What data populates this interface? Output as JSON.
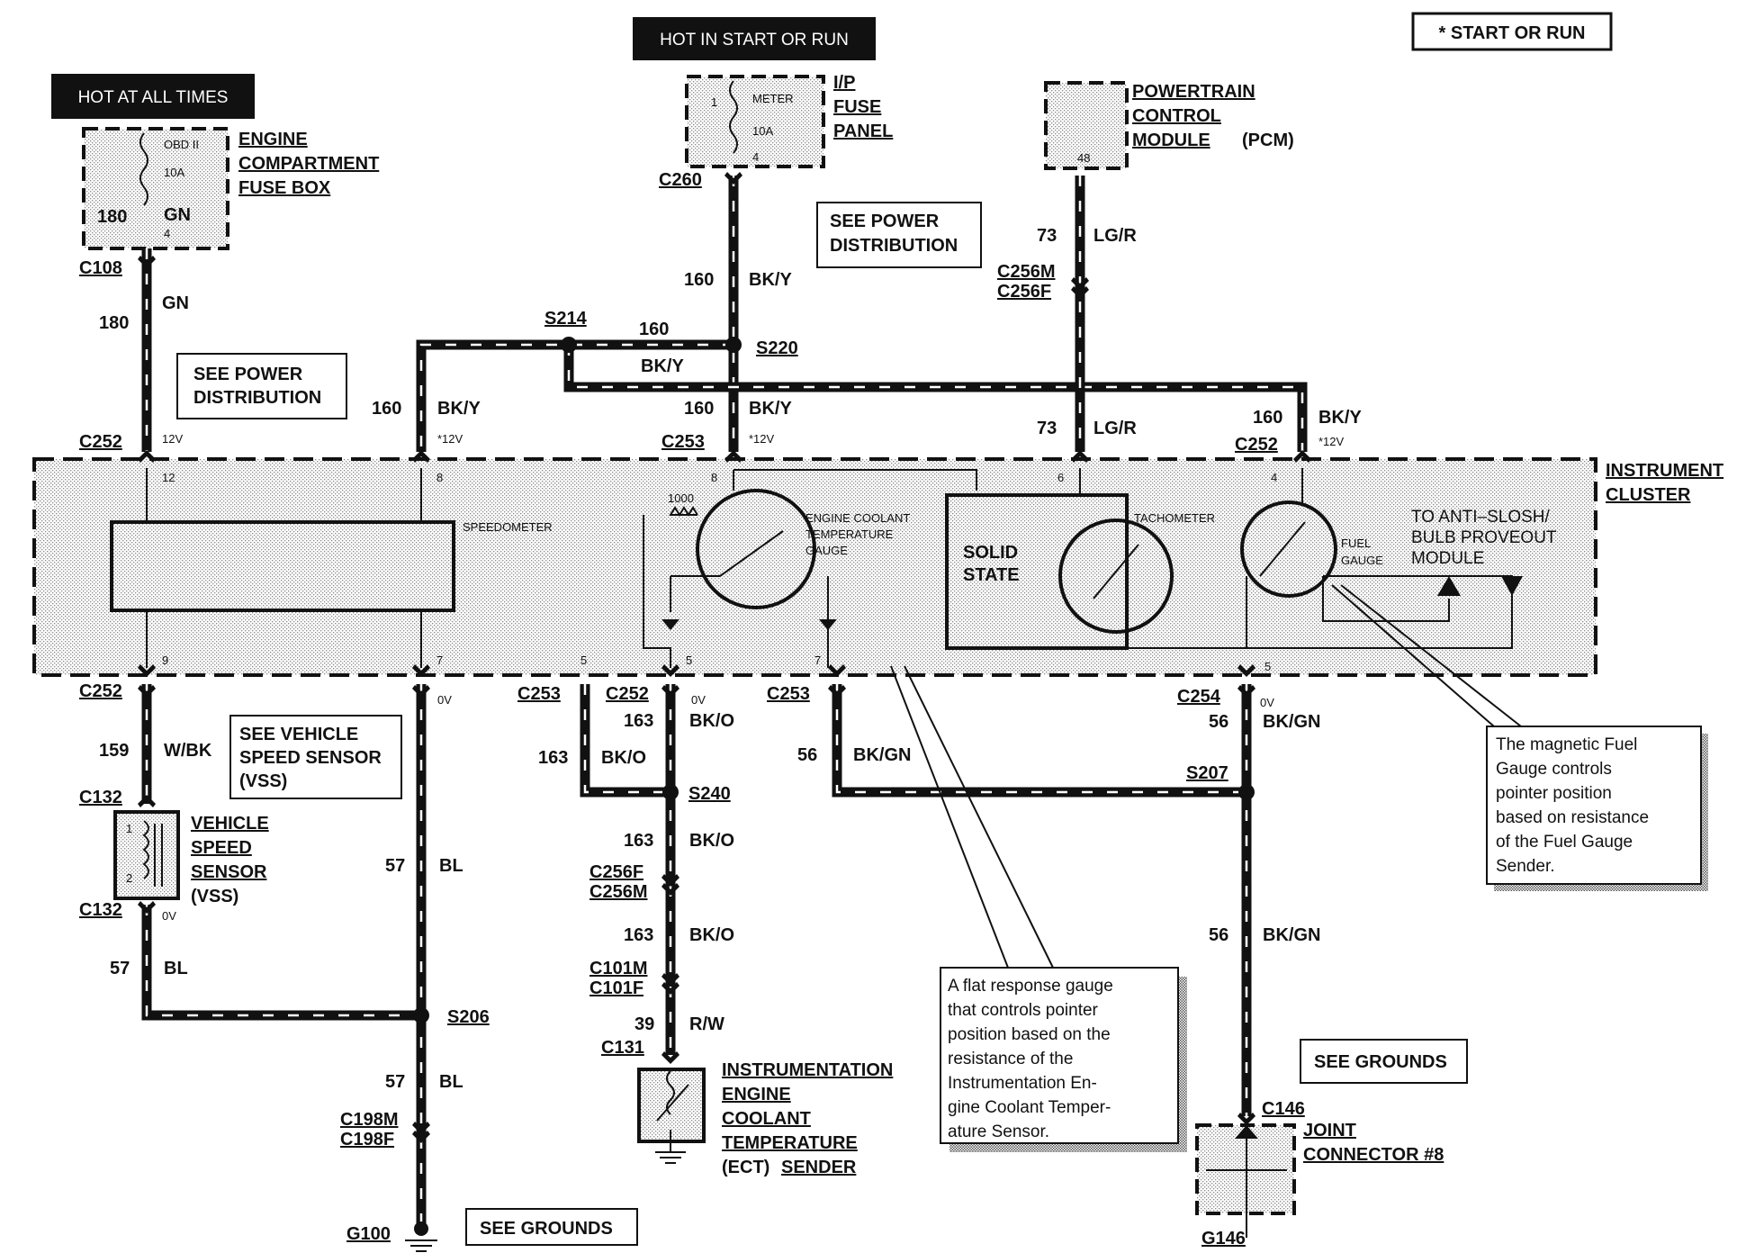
{
  "header": {
    "hot_all_times": "HOT AT ALL TIMES",
    "hot_start_run": "HOT IN START OR RUN",
    "legend": "*  START OR RUN"
  },
  "fuse_box": {
    "line1": "ENGINE",
    "line2": "COMPARTMENT",
    "line3": "FUSE BOX",
    "fuse_name": "OBD II",
    "fuse_rating": "10A",
    "circuit": "180",
    "color": "GN",
    "pin": "4"
  },
  "ip_fuse_panel": {
    "line1": "I/P",
    "line2": "FUSE",
    "line3": "PANEL",
    "fuse_name": "METER",
    "fuse_rating": "10A",
    "pin_in": "1",
    "pin_out": "4"
  },
  "pcm": {
    "line1": "POWERTRAIN",
    "line2": "CONTROL",
    "line3": "MODULE",
    "suffix": "(PCM)",
    "pin": "48"
  },
  "notes": {
    "power_dist_1": [
      "SEE POWER",
      "DISTRIBUTION"
    ],
    "power_dist_2": [
      "SEE POWER",
      "DISTRIBUTION"
    ],
    "vss": [
      "SEE VEHICLE",
      "SPEED SENSOR",
      "(VSS)"
    ],
    "grounds_1": "SEE GROUNDS",
    "grounds_2": "SEE GROUNDS"
  },
  "connectors": {
    "c108": "C108",
    "c260": "C260",
    "c252_top": "C252",
    "c253_top": "C253",
    "c252_top_right": "C252",
    "c256m_top": "C256M",
    "c256f_top": "C256F",
    "c252_bot_left": "C252",
    "c132_top": "C132",
    "c132_bot": "C132",
    "c253_bot_a": "C253",
    "c252_bot_mid": "C252",
    "c253_bot_b": "C253",
    "c254": "C254",
    "c256f_bot": "C256F",
    "c256m_bot": "C256M",
    "c101m": "C101M",
    "c101f": "C101F",
    "c131": "C131",
    "c198m": "C198M",
    "c198f": "C198F",
    "c146": "C146"
  },
  "splices": {
    "s214": "S214",
    "s220": "S220",
    "s240": "S240",
    "s207": "S207",
    "s206": "S206"
  },
  "grounds_ids": {
    "g100": "G100",
    "g146": "G146"
  },
  "wires": {
    "w180a": "180",
    "gn_a": "GN",
    "w160_main": "160",
    "bky_main": "BK/Y",
    "w160_s214": "160",
    "bky_s214": "BK/Y",
    "w160_left": "160",
    "bky_left": "BK/Y",
    "w160_mid": "160",
    "bky_mid": "BK/Y",
    "w160_right": "160",
    "bky_right": "BK/Y",
    "w73a": "73",
    "lgr_a": "LG/R",
    "w73b": "73",
    "lgr_b": "LG/R",
    "w159": "159",
    "wbk": "W/BK",
    "w57a": "57",
    "bl_a": "BL",
    "w57b": "57",
    "bl_b": "BL",
    "w57c": "57",
    "bl_c": "BL",
    "w163a": "163",
    "bko_a": "BK/O",
    "w163b": "163",
    "bko_b": "BK/O",
    "w163c": "163",
    "bko_c": "BK/O",
    "w163d": "163",
    "bko_d": "BK/O",
    "w39": "39",
    "rw": "R/W",
    "w56a": "56",
    "bkgn_a": "BK/GN",
    "w56b": "56",
    "bkgn_b": "BK/GN",
    "w56c": "56",
    "bkgn_c": "BK/GN"
  },
  "voltages": {
    "v12_left": "12V",
    "v12_a": "*12V",
    "v12_b": "*12V",
    "v12_c": "*12V",
    "ov_a": "0V",
    "ov_b": "0V",
    "ov_c": "0V",
    "ov_d": "0V"
  },
  "cluster": {
    "line1": "INSTRUMENT",
    "line2": "CLUSTER",
    "speedometer": "SPEEDOMETER",
    "ect_gauge": [
      "ENGINE COOLANT",
      "TEMPERATURE",
      "GAUGE"
    ],
    "tachometer": "TACHOMETER",
    "solid_state": [
      "SOLID",
      "STATE"
    ],
    "fuel_gauge": [
      "FUEL",
      "GAUGE"
    ],
    "anti_slosh": [
      "TO ANTI–SLOSH/",
      "BULB PROVEOUT",
      "MODULE"
    ],
    "resistor": "1000",
    "pins_top": [
      "12",
      "8",
      "8",
      "6",
      "4"
    ],
    "pins_bottom": [
      "9",
      "7",
      "5",
      "5",
      "7",
      "5"
    ]
  },
  "vss_sensor": {
    "line1": "VEHICLE",
    "line2": "SPEED",
    "line3": "SENSOR",
    "line4": "(VSS)",
    "pin1": "1",
    "pin2": "2"
  },
  "ect_sender": {
    "line1": "INSTRUMENTATION",
    "line2": "ENGINE",
    "line3": "COOLANT",
    "line4": "TEMPERATURE",
    "line5a": "(ECT)",
    "line5b": "SENDER"
  },
  "joint": {
    "line1": "JOINT",
    "line2": "CONNECTOR #8"
  },
  "callout_fuel": [
    "The magnetic Fuel",
    "Gauge controls",
    "pointer position",
    "based on resistance",
    "of the Fuel Gauge",
    "Sender."
  ],
  "callout_ect": [
    "A flat response gauge",
    "that controls pointer",
    "position based on the",
    "resistance    of    the",
    "Instrumentation   En-",
    "gine Coolant Temper-",
    "ature Sensor."
  ]
}
